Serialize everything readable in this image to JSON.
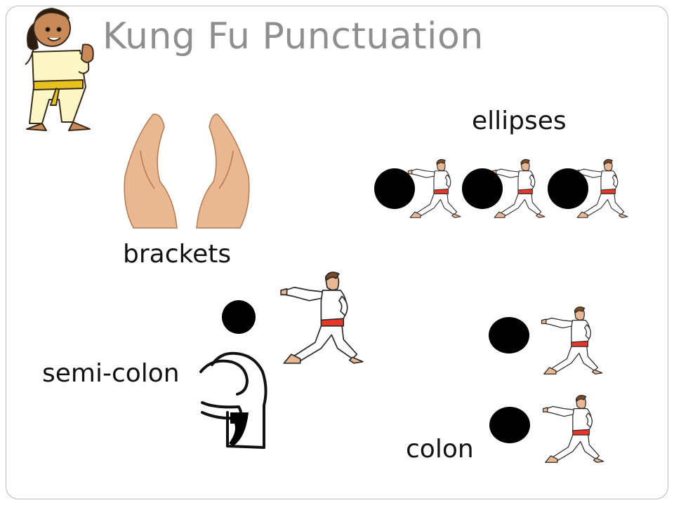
{
  "title": "Kung Fu Punctuation",
  "labels": {
    "ellipses": "ellipses",
    "brackets": "brackets",
    "semicolon": "semi-colon",
    "colon": "colon"
  },
  "colors": {
    "title": "#8f8f8f",
    "belt": "#e8372a",
    "skin": "#e9b893",
    "frame": "#b9b9b9"
  }
}
